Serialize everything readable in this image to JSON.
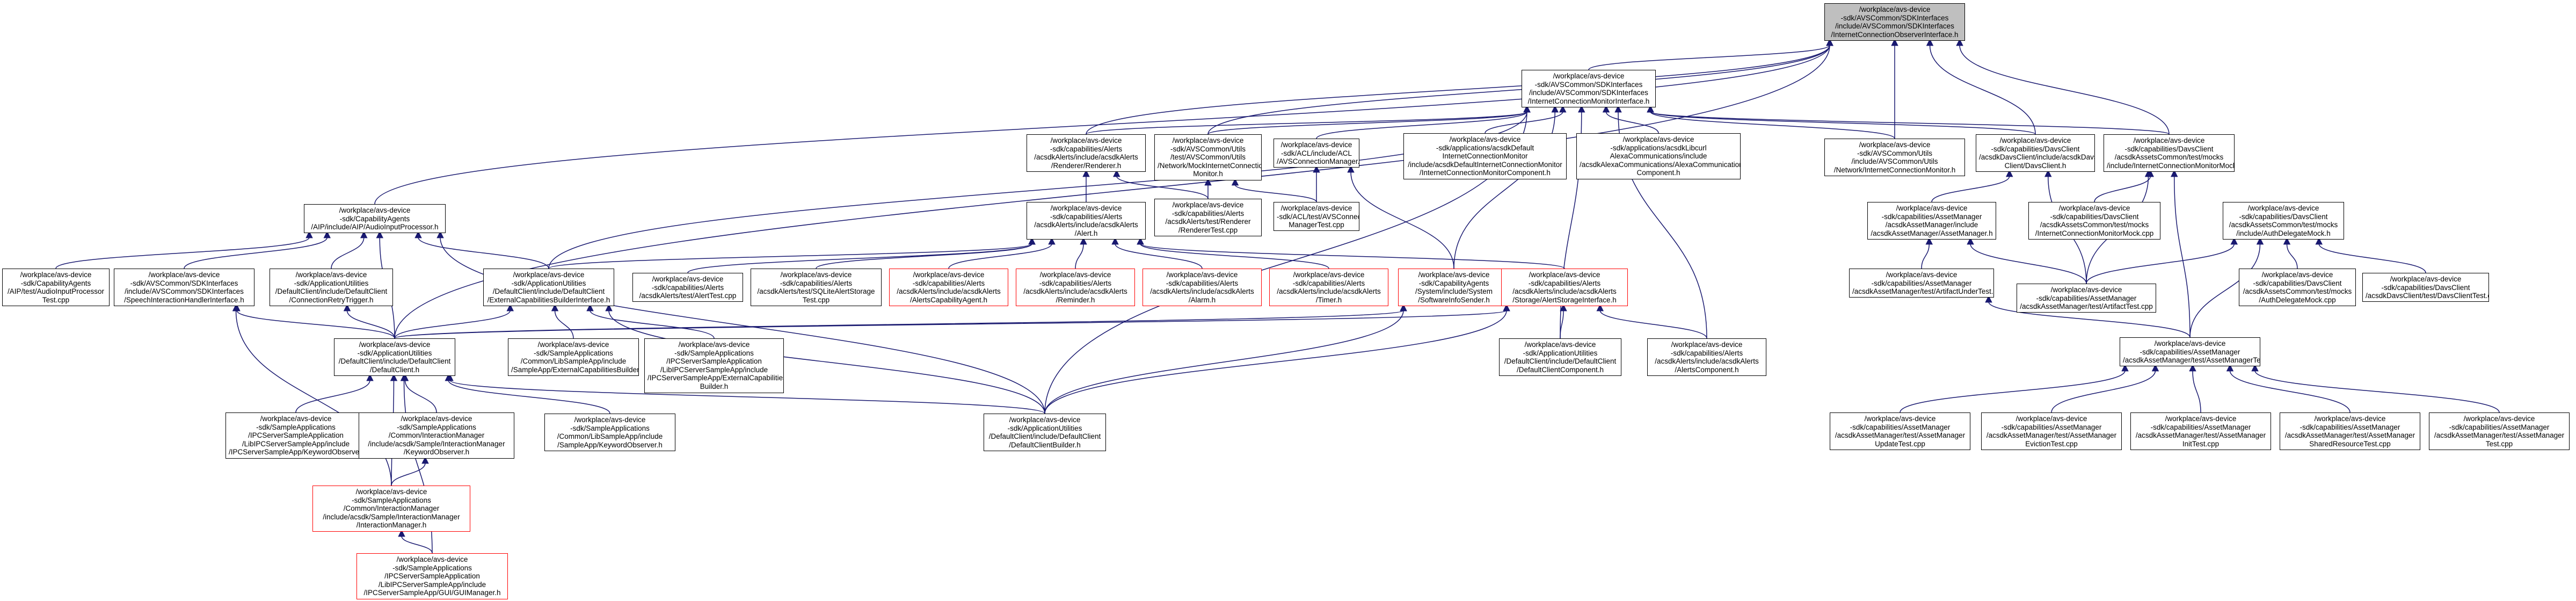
{
  "colors": {
    "root_fill": "#bfbfbf",
    "edge": "#191970",
    "red_border": "#ff0000",
    "border": "#000000"
  },
  "nodes": {
    "root": {
      "lines": [
        "/workplace/avs-device",
        "-sdk/AVSCommon/SDKInterfaces",
        "/include/AVSCommon/SDKInterfaces",
        "/InternetConnectionObserverInterface.h"
      ]
    },
    "icmi": {
      "lines": [
        "/workplace/avs-device",
        "-sdk/AVSCommon/SDKInterfaces",
        "/include/AVSCommon/SDKInterfaces",
        "/InternetConnectionMonitorInterface.h"
      ]
    },
    "renderer": {
      "lines": [
        "/workplace/avs-device",
        "-sdk/capabilities/Alerts",
        "/acsdkAlerts/include/acsdkAlerts",
        "/Renderer/Renderer.h"
      ]
    },
    "mockicm": {
      "lines": [
        "/workplace/avs-device",
        "-sdk/AVSCommon/Utils",
        "/test/AVSCommon/Utils",
        "/Network/MockInternetConnection",
        "Monitor.h"
      ]
    },
    "avsconn": {
      "lines": [
        "/workplace/avs-device",
        "-sdk/ACL/include/ACL",
        "/AVSConnectionManager.h"
      ]
    },
    "icmonitor": {
      "lines": [
        "/workplace/avs-device",
        "-sdk/applications/acsdkDefault",
        "InternetConnectionMonitor",
        "/include/acsdkDefaultInternetConnectionMonitor",
        "/InternetConnectionMonitorComponent.h"
      ]
    },
    "alexacomm": {
      "lines": [
        "/workplace/avs-device",
        "-sdk/applications/acsdkLibcurl",
        "AlexaCommunications/include",
        "/acsdkAlexaCommunications/AlexaCommunications",
        "Component.h"
      ]
    },
    "avscommnet": {
      "lines": [
        "/workplace/avs-device",
        "-sdk/AVSCommon/Utils",
        "/include/AVSCommon/Utils",
        "/Network/InternetConnectionMonitor.h"
      ]
    },
    "davsclient": {
      "lines": [
        "/workplace/avs-device",
        "-sdk/capabilities/DavsClient",
        "/acsdkDavsClient/include/acsdkDavs",
        "Client/DavsClient.h"
      ]
    },
    "icmmock": {
      "lines": [
        "/workplace/avs-device",
        "-sdk/capabilities/DavsClient",
        "/acsdkAssetsCommon/test/mocks",
        "/include/InternetConnectionMonitorMock.h"
      ]
    },
    "capagents": {
      "lines": [
        "/workplace/avs-device",
        "-sdk/CapabilityAgents",
        "/AIP/include/AIP/AudioInputProcessor.h"
      ]
    },
    "alerth": {
      "lines": [
        "/workplace/avs-device",
        "-sdk/capabilities/Alerts",
        "/acsdkAlerts/include/acsdkAlerts",
        "/Alert.h"
      ]
    },
    "renderertest": {
      "lines": [
        "/workplace/avs-device",
        "-sdk/capabilities/Alerts",
        "/acsdkAlerts/test/Renderer",
        "/RendererTest.cpp"
      ]
    },
    "acltest": {
      "lines": [
        "/workplace/avs-device",
        "-sdk/ACL/test/AVSConnection",
        "ManagerTest.cpp"
      ]
    },
    "assetmgrh": {
      "lines": [
        "/workplace/avs-device",
        "-sdk/capabilities/AssetManager",
        "/acsdkAssetManager/include",
        "/acsdkAssetManager/AssetManager.h"
      ]
    },
    "icmmockcpp": {
      "lines": [
        "/workplace/avs-device",
        "-sdk/capabilities/DavsClient",
        "/acsdkAssetsCommon/test/mocks",
        "/InternetConnectionMonitorMock.cpp"
      ]
    },
    "authdelegate": {
      "lines": [
        "/workplace/avs-device",
        "-sdk/capabilities/DavsClient",
        "/acsdkAssetsCommon/test/mocks",
        "/include/AuthDelegateMock.h"
      ]
    },
    "aiptest": {
      "lines": [
        "/workplace/avs-device",
        "-sdk/CapabilityAgents",
        "/AIP/test/AudioInputProcessor",
        "Test.cpp"
      ]
    },
    "speechinteract": {
      "lines": [
        "/workplace/avs-device",
        "-sdk/AVSCommon/SDKInterfaces",
        "/include/AVSCommon/SDKInterfaces",
        "/SpeechInteractionHandlerInterface.h"
      ]
    },
    "connretry": {
      "lines": [
        "/workplace/avs-device",
        "-sdk/ApplicationUtilities",
        "/DefaultClient/include/DefaultClient",
        "/ConnectionRetryTrigger.h"
      ]
    },
    "extcapbuilder": {
      "lines": [
        "/workplace/avs-device",
        "-sdk/ApplicationUtilities",
        "/DefaultClient/include/DefaultClient",
        "/ExternalCapabilitiesBuilderInterface.h"
      ]
    },
    "alerttest": {
      "lines": [
        "/workplace/avs-device",
        "-sdk/capabilities/Alerts",
        "/acsdkAlerts/test/AlertTest.cpp"
      ]
    },
    "sqlitestorage": {
      "lines": [
        "/workplace/avs-device",
        "-sdk/capabilities/Alerts",
        "/acsdkAlerts/test/SQLiteAlertStorage",
        "Test.cpp"
      ]
    },
    "alertscapagent": {
      "lines": [
        "/workplace/avs-device",
        "-sdk/capabilities/Alerts",
        "/acsdkAlerts/include/acsdkAlerts",
        "/AlertsCapabilityAgent.h"
      ]
    },
    "reminder": {
      "lines": [
        "/workplace/avs-device",
        "-sdk/capabilities/Alerts",
        "/acsdkAlerts/include/acsdkAlerts",
        "/Reminder.h"
      ]
    },
    "alarm": {
      "lines": [
        "/workplace/avs-device",
        "-sdk/capabilities/Alerts",
        "/acsdkAlerts/include/acsdkAlerts",
        "/Alarm.h"
      ]
    },
    "timer": {
      "lines": [
        "/workplace/avs-device",
        "-sdk/capabilities/Alerts",
        "/acsdkAlerts/include/acsdkAlerts",
        "/Timer.h"
      ]
    },
    "softwareinfo": {
      "lines": [
        "/workplace/avs-device",
        "-sdk/CapabilityAgents",
        "/System/include/System",
        "/SoftwareInfoSender.h"
      ]
    },
    "alertstorage": {
      "lines": [
        "/workplace/avs-device",
        "-sdk/capabilities/Alerts",
        "/acsdkAlerts/include/acsdkAlerts",
        "/Storage/AlertStorageInterface.h"
      ]
    },
    "assetmgrtestartifact": {
      "lines": [
        "/workplace/avs-device",
        "-sdk/capabilities/AssetManager",
        "/acsdkAssetManager/test/ArtifactUnderTest.h"
      ]
    },
    "artifacttest": {
      "lines": [
        "/workplace/avs-device",
        "-sdk/capabilities/AssetManager",
        "/acsdkAssetManager/test/ArtifactTest.cpp"
      ]
    },
    "authdelegatemock": {
      "lines": [
        "/workplace/avs-device",
        "-sdk/capabilities/DavsClient",
        "/acsdkAssetsCommon/test/mocks",
        "/AuthDelegateMock.cpp"
      ]
    },
    "davsclienttest": {
      "lines": [
        "/workplace/avs-device",
        "-sdk/capabilities/DavsClient",
        "/acsdkDavsClient/test/DavsClientTest.cpp"
      ]
    },
    "defaultclient": {
      "lines": [
        "/workplace/avs-device",
        "-sdk/ApplicationUtilities",
        "/DefaultClient/include/DefaultClient",
        "/DefaultClient.h"
      ]
    },
    "extcapbuildersample": {
      "lines": [
        "/workplace/avs-device",
        "-sdk/SampleApplications",
        "/Common/LibSampleApp/include",
        "/SampleApp/ExternalCapabilitiesBuilder.h"
      ]
    },
    "ipcextcap": {
      "lines": [
        "/workplace/avs-device",
        "-sdk/SampleApplications",
        "/IPCServerSampleApplication",
        "/LibIPCServerSampleApp/include",
        "/IPCServerSampleApp/ExternalCapabilities",
        "Builder.h"
      ]
    },
    "defaultclientcomp": {
      "lines": [
        "/workplace/avs-device",
        "-sdk/ApplicationUtilities",
        "/DefaultClient/include/DefaultClient",
        "/DefaultClientComponent.h"
      ]
    },
    "alertscomp": {
      "lines": [
        "/workplace/avs-device",
        "-sdk/capabilities/Alerts",
        "/acsdkAlerts/include/acsdkAlerts",
        "/AlertsComponent.h"
      ]
    },
    "assetmgrtest": {
      "lines": [
        "/workplace/avs-device",
        "-sdk/capabilities/AssetManager",
        "/acsdkAssetManager/test/AssetManagerTest.h"
      ]
    },
    "ipckeyword": {
      "lines": [
        "/workplace/avs-device",
        "-sdk/SampleApplications",
        "/IPCServerSampleApplication",
        "/LibIPCServerSampleApp/include",
        "/IPCServerSampleApp/KeywordObserver.h"
      ]
    },
    "interactionobs": {
      "lines": [
        "/workplace/avs-device",
        "-sdk/SampleApplications",
        "/Common/InteractionManager",
        "/include/acsdk/Sample/InteractionManager",
        "/KeywordObserver.h"
      ]
    },
    "samplekeyword": {
      "lines": [
        "/workplace/avs-device",
        "-sdk/SampleApplications",
        "/Common/LibSampleApp/include",
        "/SampleApp/KeywordObserver.h"
      ]
    },
    "defaultclientbuilder": {
      "lines": [
        "/workplace/avs-device",
        "-sdk/ApplicationUtilities",
        "/DefaultClient/include/DefaultClient",
        "/DefaultClientBuilder.h"
      ]
    },
    "updatetest": {
      "lines": [
        "/workplace/avs-device",
        "-sdk/capabilities/AssetManager",
        "/acsdkAssetManager/test/AssetManager",
        "UpdateTest.cpp"
      ]
    },
    "evictiontest": {
      "lines": [
        "/workplace/avs-device",
        "-sdk/capabilities/AssetManager",
        "/acsdkAssetManager/test/AssetManager",
        "EvictionTest.cpp"
      ]
    },
    "inittest": {
      "lines": [
        "/workplace/avs-device",
        "-sdk/capabilities/AssetManager",
        "/acsdkAssetManager/test/AssetManager",
        "InitTest.cpp"
      ]
    },
    "sharedresource": {
      "lines": [
        "/workplace/avs-device",
        "-sdk/capabilities/AssetManager",
        "/acsdkAssetManager/test/AssetManager",
        "SharedResourceTest.cpp"
      ]
    },
    "assetmgrcpp": {
      "lines": [
        "/workplace/avs-device",
        "-sdk/capabilities/AssetManager",
        "/acsdkAssetManager/test/AssetManager",
        "Test.cpp"
      ]
    },
    "interactionmgr": {
      "lines": [
        "/workplace/avs-device",
        "-sdk/SampleApplications",
        "/Common/InteractionManager",
        "/include/acsdk/Sample/InteractionManager",
        "/InteractionManager.h"
      ]
    },
    "guimanager": {
      "lines": [
        "/workplace/avs-device",
        "-sdk/SampleApplications",
        "/IPCServerSampleApplication",
        "/LibIPCServerSampleApp/include",
        "/IPCServerSampleApp/GUI/GUIManager.h"
      ]
    }
  }
}
